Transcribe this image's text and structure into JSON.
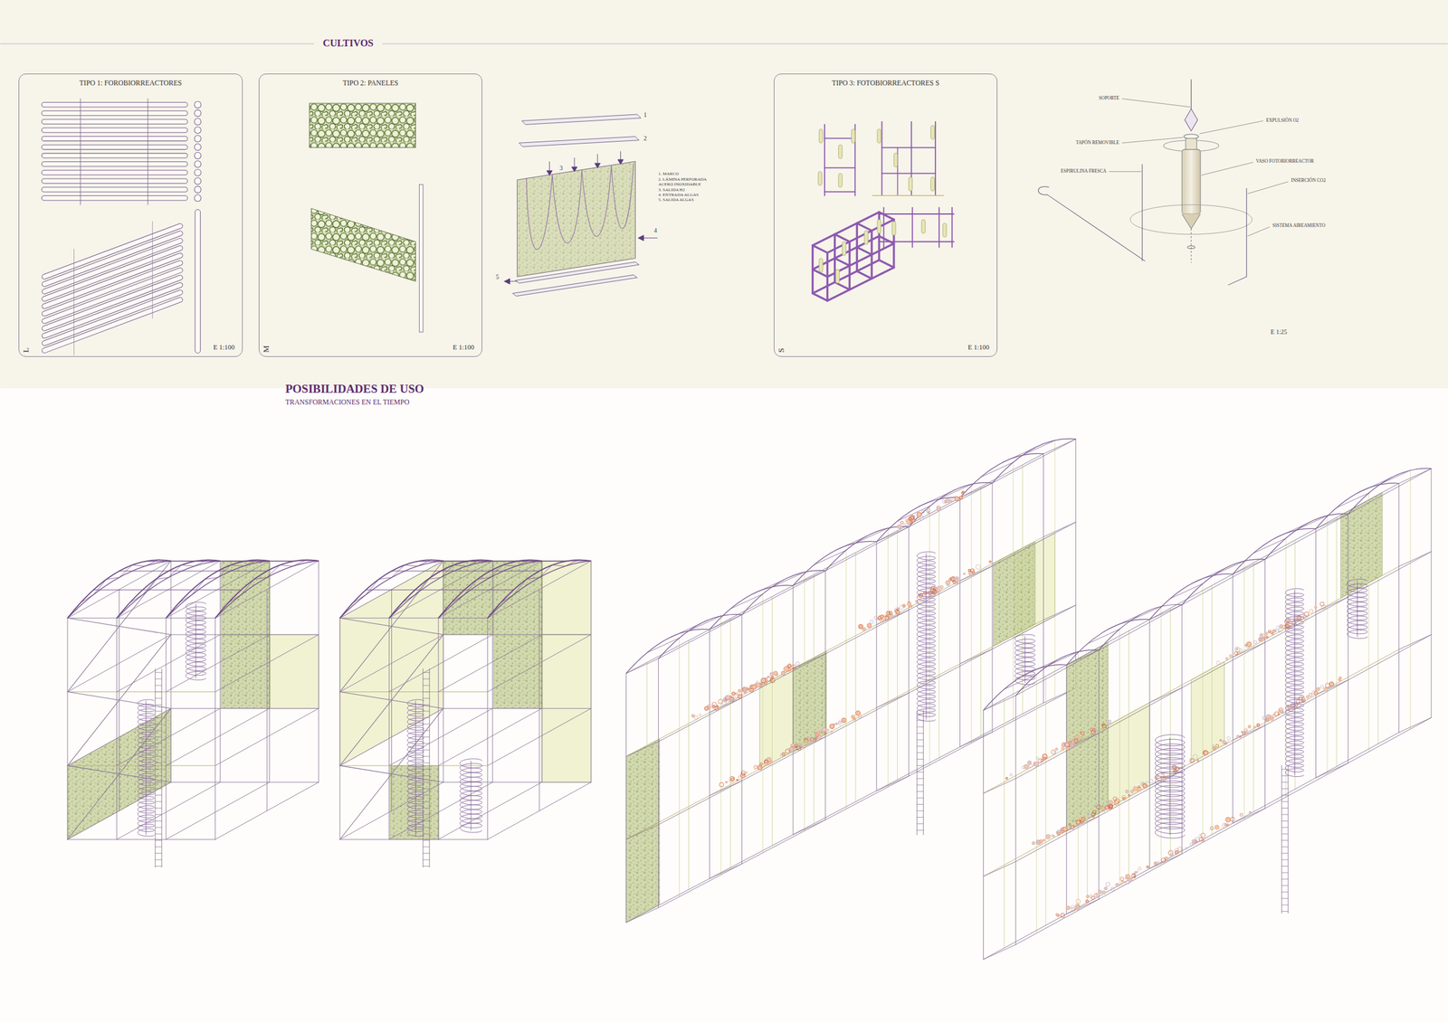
{
  "diagram": {
    "title": "CULTIVOS",
    "nodes": [
      {
        "text": [
          "TIPO 1: FOROBIORREACTORES",
          "L",
          "E 1:100"
        ]
      },
      {
        "text": [
          "TIPO 2: PANELES",
          "M",
          "E 1:100"
        ]
      },
      {
        "text": [
          "TIPO 3: FOTOBIORREACTORES S",
          "S",
          "E 1:100"
        ]
      }
    ],
    "labels": [
      "1",
      "2",
      "3",
      "4",
      "5",
      "1. MARCO",
      "2. LÁMINA PERFORADA ACERO INOXIDABLE",
      "3. SALIDA H2",
      "4. ENTRADA ALGAS",
      "5. SALIDA ALGAS",
      "SOPORTE",
      "EXPULSIÓN O2",
      "TAPÓN REMOVIBLE",
      "ESPIRULINA FRESCA",
      "VASO FOTOBIORREACTOR",
      "INSERCIÓN CO2",
      "SISTEMA AIREAMIENTO",
      "E 1:25",
      "POSIBILIDADES DE USO",
      "TRANSFORMACIONES EN EL TIEMPO"
    ]
  }
}
